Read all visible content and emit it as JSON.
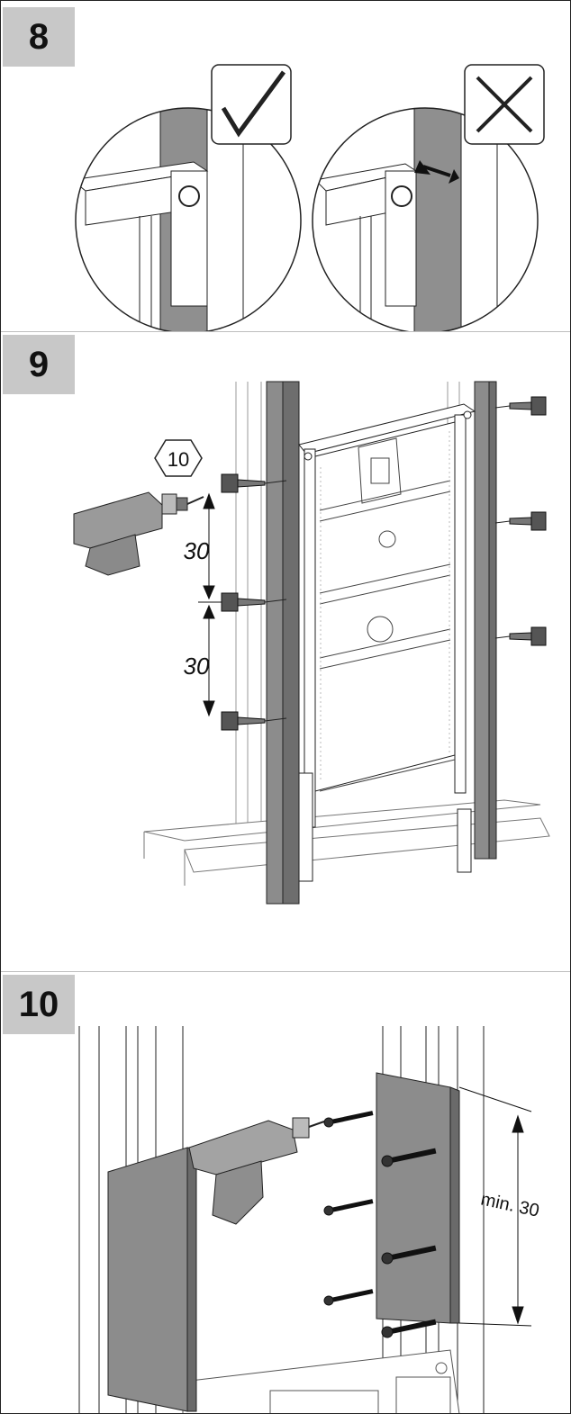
{
  "steps": [
    {
      "number": "8"
    },
    {
      "number": "9",
      "tool_size": "10",
      "spacing_top": "30",
      "spacing_bottom": "30"
    },
    {
      "number": "10",
      "min_label": "min. 30"
    }
  ]
}
